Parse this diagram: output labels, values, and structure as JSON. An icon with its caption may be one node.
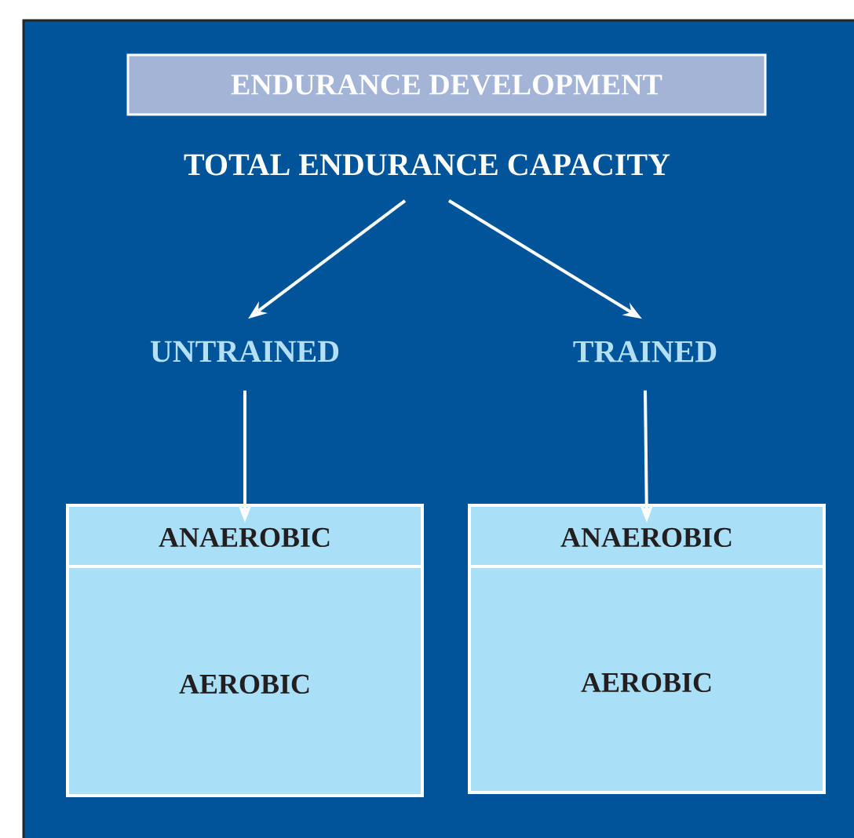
{
  "diagram": {
    "title": "ENDURANCE DEVELOPMENT",
    "nodes": [
      {
        "text": [
          "TOTAL ENDURANCE CAPACITY"
        ]
      },
      {
        "text": [
          "UNTRAINED"
        ]
      },
      {
        "text": [
          "TRAINED"
        ]
      },
      {
        "text": [
          "ANAEROBIC",
          "AEROBIC"
        ]
      },
      {
        "text": [
          "ANAEROBIC",
          "AEROBIC"
        ]
      }
    ],
    "edges": [
      {
        "from": 0,
        "to": 1,
        "arrow": "to"
      },
      {
        "from": 0,
        "to": 2,
        "arrow": "to"
      },
      {
        "from": 1,
        "to": 3,
        "arrow": "to"
      },
      {
        "from": 2,
        "to": 4,
        "arrow": "to"
      }
    ]
  }
}
